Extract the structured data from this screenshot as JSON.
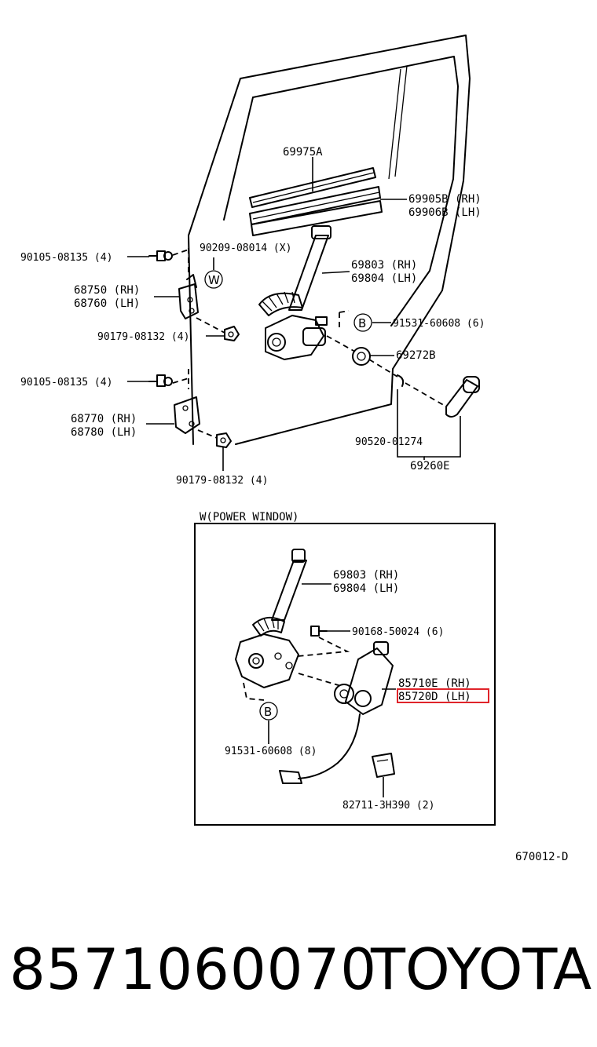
{
  "labels": {
    "l69975a": "69975A",
    "l69905b": "69905B (RH)",
    "l69906b": "69906B (LH)",
    "l90209": "90209-08014 (X)",
    "l90105a": "90105-08135 (4)",
    "l69803a": "69803 (RH)",
    "l69804a": "69804 (LH)",
    "l68750": "68750 (RH)",
    "l68760": "68760 (LH)",
    "l91531a": "91531-60608 (6)",
    "l90179a": "90179-08132 (4)",
    "l69272b": "69272B",
    "l90105b": "90105-08135 (4)",
    "l68770": "68770 (RH)",
    "l68780": "68780 (LH)",
    "l90520": "90520-01274",
    "l69260e": "69260E",
    "l90179b": "90179-08132 (4)",
    "inset_title": "W(POWER WINDOW)",
    "l69803b": "69803 (RH)",
    "l69804b": "69804 (LH)",
    "l90168": "90168-50024 (6)",
    "l85710e": "85710E (RH)",
    "l85720d": "85720D (LH)",
    "l91531b": "91531-60608 (8)",
    "l82711": "82711-3H390 (2)",
    "diagram_code": "670012-D",
    "circle_w": "W",
    "circle_b1": "B",
    "circle_b2": "B"
  },
  "footer": {
    "part_number": "8571060070",
    "brand": "TOYOTA"
  },
  "colors": {
    "highlight": "#e0242a",
    "ink": "#000000"
  }
}
